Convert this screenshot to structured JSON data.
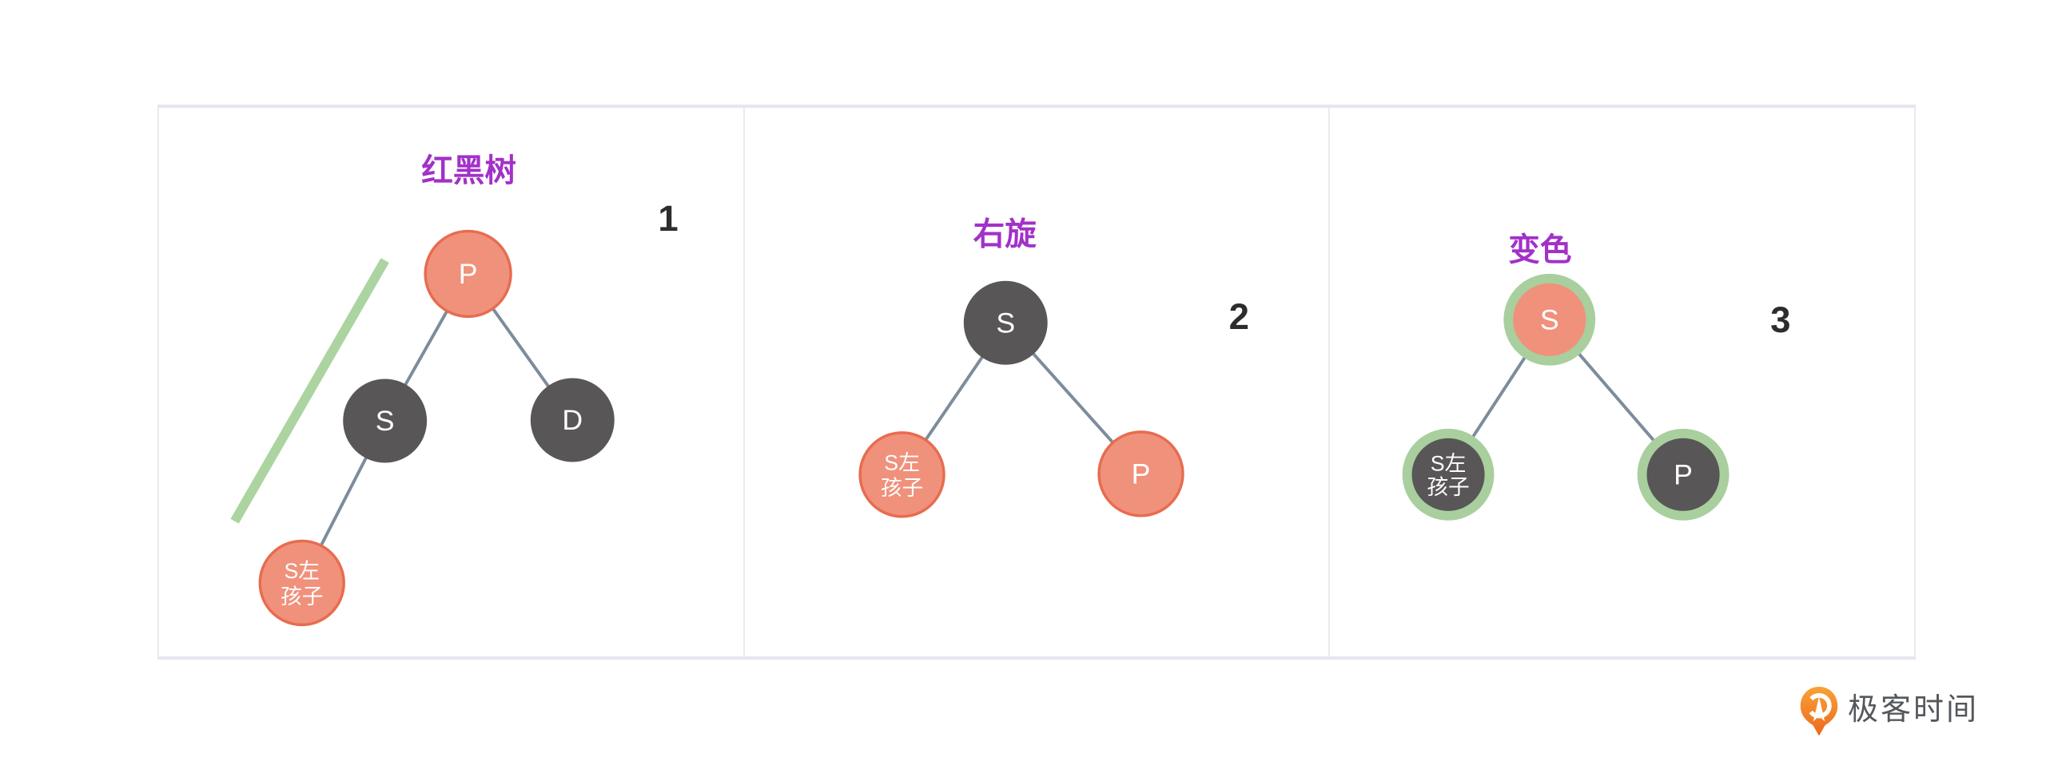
{
  "figure": {
    "topic": "red-black tree right-rotation and recolor steps"
  },
  "panels": [
    {
      "title": "红黑树",
      "step_number": "1",
      "nodes": {
        "p": {
          "label": "P",
          "color": "red"
        },
        "s": {
          "label": "S",
          "color": "black"
        },
        "d": {
          "label": "D",
          "color": "black"
        },
        "s_left": {
          "label_line1": "S左",
          "label_line2": "孩子",
          "color": "red"
        }
      },
      "edges": [
        "P-S",
        "P-D",
        "S-S左孩子"
      ],
      "annotation": "green-diagonal-highlight-line"
    },
    {
      "title": "右旋",
      "step_number": "2",
      "nodes": {
        "s": {
          "label": "S",
          "color": "black"
        },
        "s_left": {
          "label_line1": "S左",
          "label_line2": "孩子",
          "color": "red"
        },
        "p": {
          "label": "P",
          "color": "red"
        }
      },
      "edges": [
        "S-S左孩子",
        "S-P"
      ]
    },
    {
      "title": "变色",
      "step_number": "3",
      "nodes": {
        "s": {
          "label": "S",
          "color": "red",
          "highlight_ring": "green"
        },
        "s_left": {
          "label_line1": "S左",
          "label_line2": "孩子",
          "color": "black",
          "highlight_ring": "green"
        },
        "p": {
          "label": "P",
          "color": "black",
          "highlight_ring": "green"
        }
      },
      "edges": [
        "S-S左孩子",
        "S-P"
      ]
    }
  ],
  "footer": {
    "logo_icon": "geektime-pin-icon",
    "logo_text": "极客时间"
  },
  "colors": {
    "red_node_fill": "#f0917c",
    "red_node_border": "#e76c50",
    "black_node_fill": "#595657",
    "edge_gray_blue": "#7d8c9c",
    "highlight_green_line": "#abd4a1",
    "highlight_green_ring": "#a8cf9d",
    "title_purple": "#a231c8",
    "step_number_dark": "#2d2d2d",
    "panel_border_lavender": "#e8e4f0",
    "logo_orange": "#f06c1e",
    "logo_text_gray": "#54585c"
  }
}
